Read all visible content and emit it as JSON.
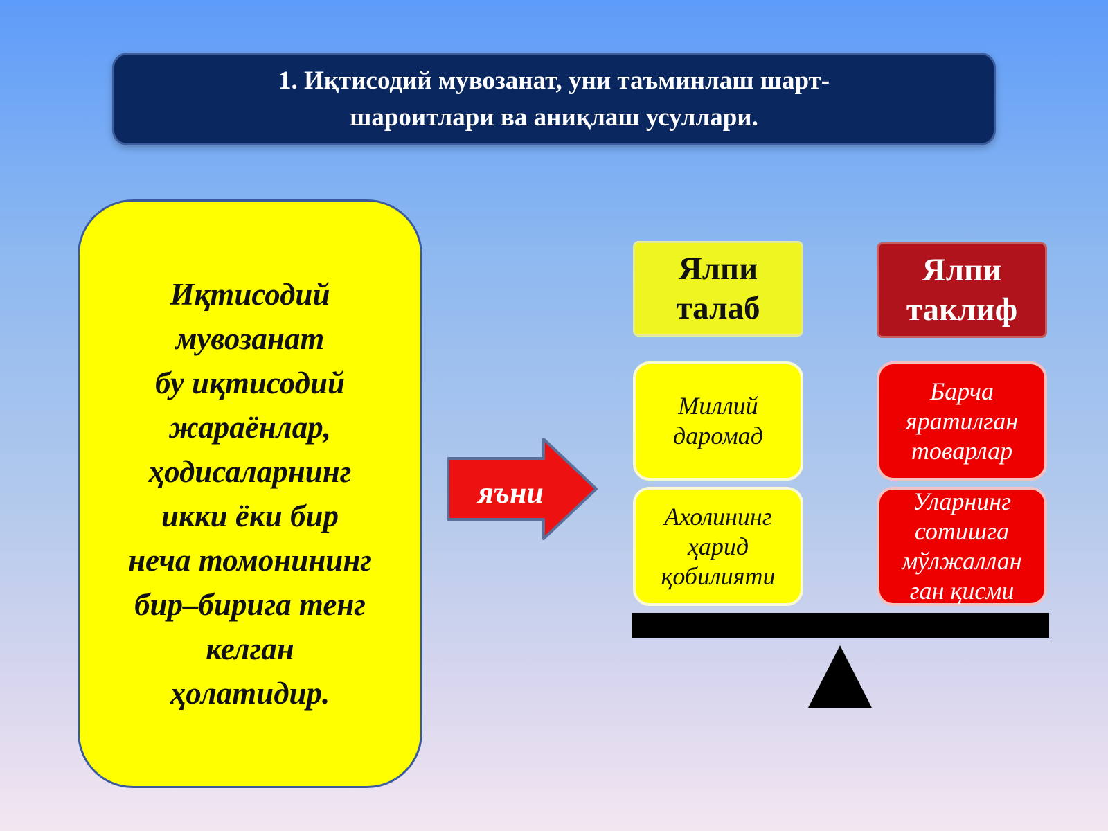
{
  "title": "1. Иқтисодий мувозанат, уни таъминлаш шарт-\nшароитлари ва аниқлаш усуллари.",
  "definition": "Иқтисодий\nмувозанат\nбу иқтисодий\nжараёнлар,\nҳодисаларнинг\nикки ёки бир\nнеча томонининг\nбир–бирига тенг\nкелган\nҳолатидир.",
  "arrow_label": "яъни",
  "demand": {
    "header": "Ялпи\nталаб",
    "items": [
      "Миллий\nдаромад",
      "Ахолининг\nҳарид\nқобилияти"
    ]
  },
  "supply": {
    "header": "Ялпи\nтаклиф",
    "items": [
      "Барча\nяратилган\nтоварлар",
      "Уларнинг\nсотишга\nмўлжаллан\nган қисми"
    ]
  },
  "colors": {
    "title_bg": "#0a2760",
    "definition_bg": "#ffff00",
    "arrow_red": "#ee1111",
    "demand_header_bg": "#eef520",
    "supply_header_bg": "#b0131c",
    "demand_item_bg": "#ffff00",
    "supply_item_bg": "#ee0000",
    "beam": "#000000"
  }
}
